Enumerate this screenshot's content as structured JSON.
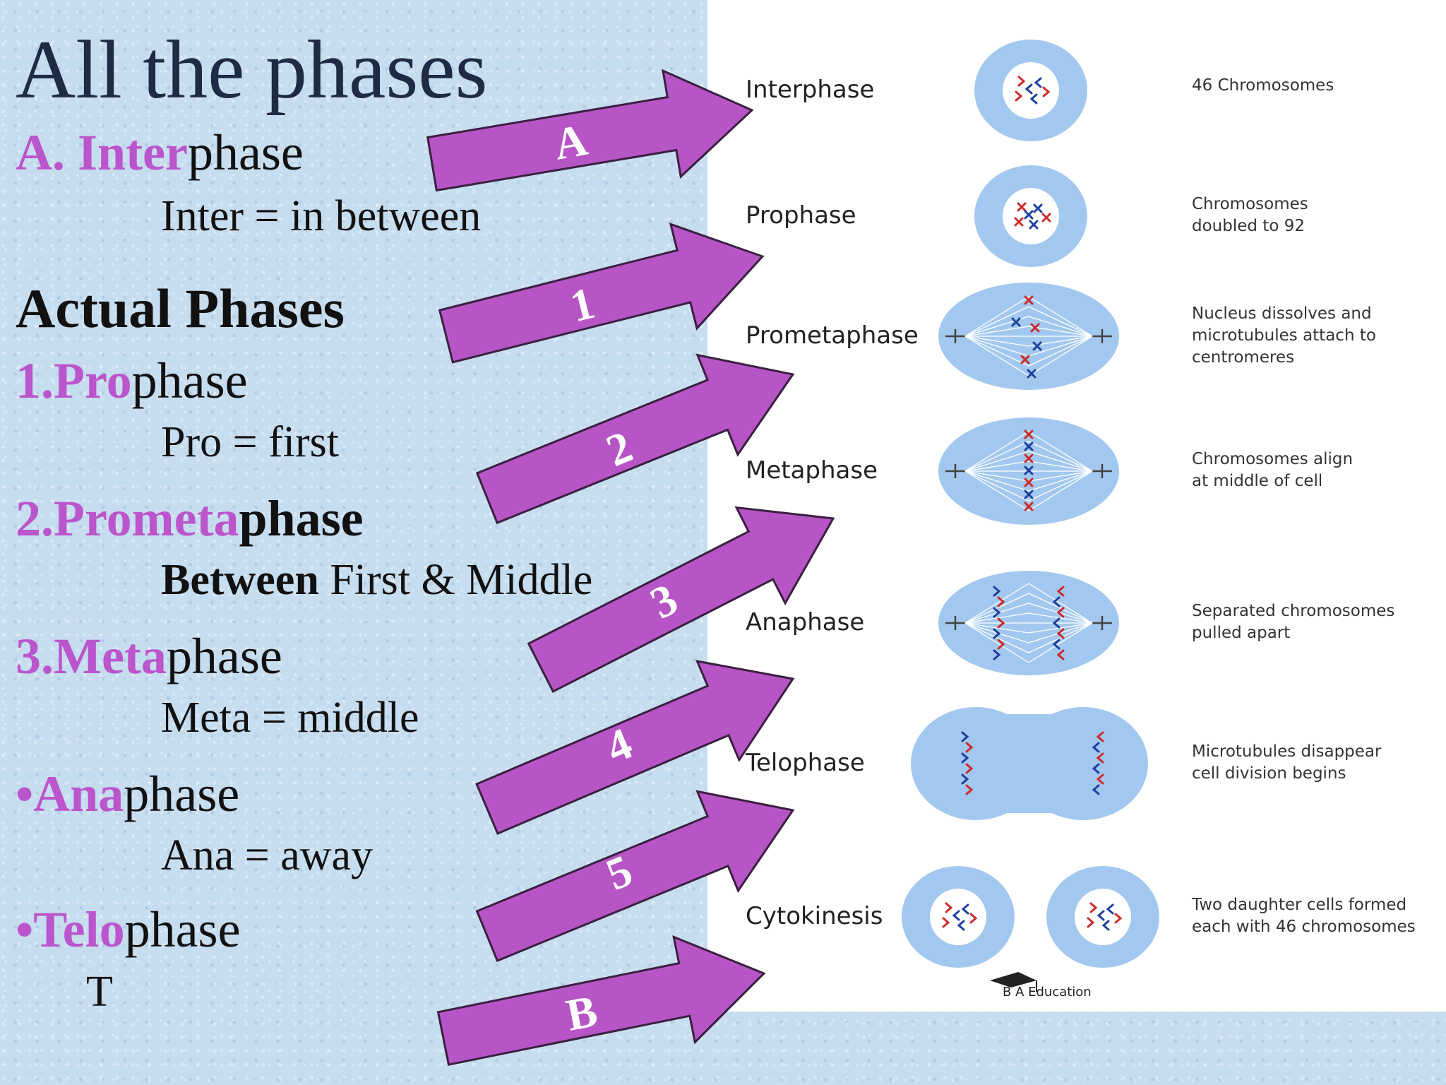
{
  "title": "All the phases",
  "left": {
    "interphase": {
      "prefix": "A. ",
      "pink": "Inter",
      "rest": "phase",
      "meaning": "Inter = in between"
    },
    "actual_heading": "Actual Phases",
    "prophase": {
      "prefix": "1.",
      "pink": "Pro",
      "rest": "phase",
      "meaning": "Pro = first"
    },
    "prometaphase": {
      "prefix": "2.",
      "pink": "Prometa",
      "rest": "phase",
      "meaning_bold": "Between",
      "meaning_rest": " First & Middle"
    },
    "metaphase": {
      "prefix": "3.",
      "pink": "Meta",
      "rest": "phase",
      "meaning": "Meta = middle"
    },
    "anaphase": {
      "prefix": "•",
      "pink": "Ana",
      "rest": "phase",
      "meaning": "Ana = away"
    },
    "telophase": {
      "prefix": "•",
      "pink": "Telo",
      "rest": "phase",
      "meaning": "T"
    }
  },
  "arrows": [
    "A",
    "1",
    "2",
    "3",
    "4",
    "5",
    "B"
  ],
  "diagram": {
    "phases": [
      {
        "name": "Interphase",
        "desc": [
          "46 Chromosomes"
        ]
      },
      {
        "name": "Prophase",
        "desc": [
          "Chromosomes",
          "doubled to 92"
        ]
      },
      {
        "name": "Prometaphase",
        "desc": [
          "Nucleus dissolves and",
          "microtubules attach to",
          "centromeres"
        ]
      },
      {
        "name": "Metaphase",
        "desc": [
          "Chromosomes align",
          "at middle of cell"
        ]
      },
      {
        "name": "Anaphase",
        "desc": [
          "Separated chromosomes",
          "pulled apart"
        ]
      },
      {
        "name": "Telophase",
        "desc": [
          "Microtubules disappear",
          "cell division begins"
        ]
      },
      {
        "name": "Cytokinesis",
        "desc": [
          "Two daughter cells formed",
          "each with 46 chromosomes"
        ]
      }
    ],
    "credit": "B A Education"
  },
  "colors": {
    "arrow": "#b755c6",
    "arrow_stroke": "#3a2040",
    "cell": "#a3c8ef",
    "nucleus": "#ffffff",
    "chrom_red": "#cc2b2b",
    "chrom_blue": "#1f3f9f",
    "pink_text": "#bb55cc",
    "title": "#1f2a45"
  }
}
